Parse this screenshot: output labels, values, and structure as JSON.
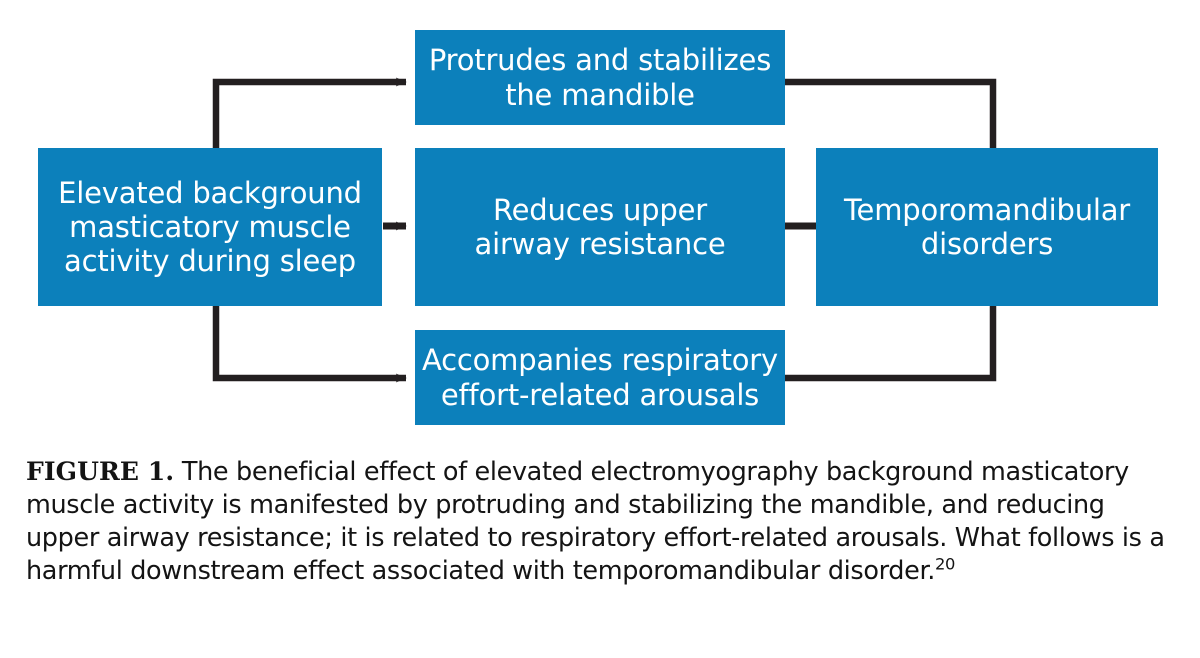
{
  "figure": {
    "accent_color": "#0c80bb",
    "connector_color": "#231f20",
    "background_color": "#ffffff",
    "text_color": "#ffffff"
  },
  "diagram": {
    "type": "flowchart",
    "nodes": [
      {
        "id": "source",
        "label": "Elevated background\nmasticatory muscle\nactivity during sleep"
      },
      {
        "id": "protrude",
        "label": "Protrudes and stabilizes\nthe mandible"
      },
      {
        "id": "reduce",
        "label": "Reduces upper\nairway resistance"
      },
      {
        "id": "arousal",
        "label": "Accompanies respiratory\neffort-related arousals"
      },
      {
        "id": "tmd",
        "label": "Temporomandibular\ndisorders"
      }
    ],
    "edges": [
      {
        "from": "source",
        "to": "protrude",
        "arrow": true
      },
      {
        "from": "source",
        "to": "reduce",
        "arrow": true
      },
      {
        "from": "source",
        "to": "arousal",
        "arrow": true
      },
      {
        "from": "protrude",
        "to": "tmd",
        "arrow": false
      },
      {
        "from": "reduce",
        "to": "tmd",
        "arrow": false
      },
      {
        "from": "tmd",
        "to": "arousal",
        "arrow": false
      }
    ]
  },
  "caption": {
    "label": "FIGURE 1.",
    "body": " The beneficial effect of elevated electromyography background masticatory muscle activity is manifested by protruding and stabilizing the mandible, and reducing upper airway resistance; it is related to respiratory effort-related arousals. What follows is a harmful downstream effect associated with temporomandibular disorder.",
    "reference": "20"
  }
}
